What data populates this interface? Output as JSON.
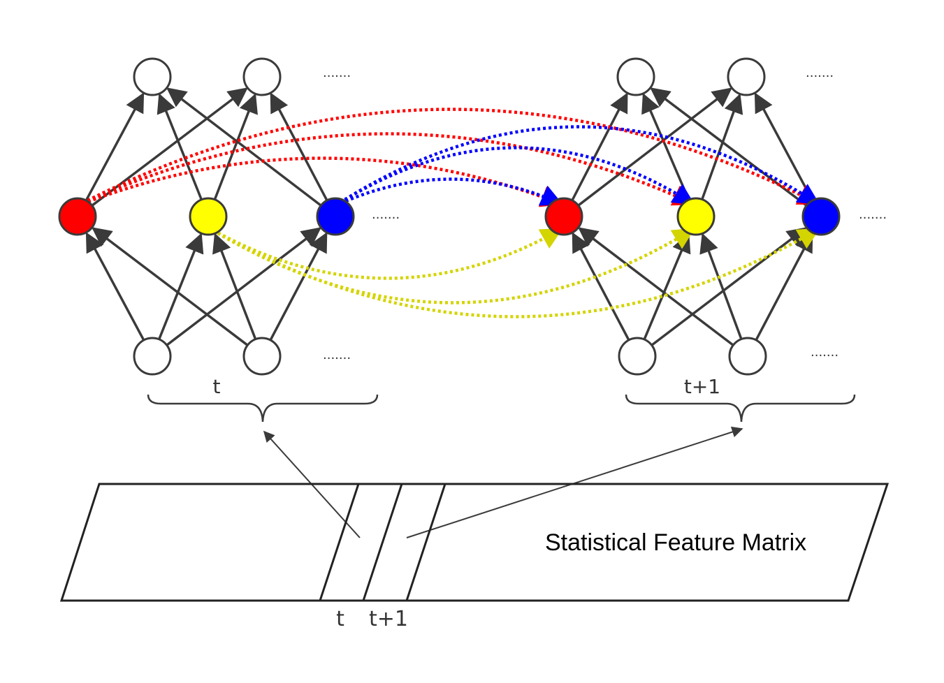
{
  "labels": {
    "left_time": "t",
    "right_time": "t+1",
    "matrix_title": "Statistical Feature Matrix",
    "matrix_col_t": "t",
    "matrix_col_t1": "t+1",
    "ellipsis": "......."
  },
  "colors": {
    "red": "#ff0000",
    "yellow": "#ffff00",
    "blue": "#0000ff",
    "node_border": "#3a3a3a",
    "edge": "#3a3a3a",
    "red_link": "#ff0000",
    "blue_link": "#0000ff",
    "yellow_link": "#d4d400"
  },
  "networks": [
    {
      "name": "t",
      "hidden_colors": [
        "red",
        "yellow",
        "blue"
      ]
    },
    {
      "name": "t+1",
      "hidden_colors": [
        "red",
        "yellow",
        "blue"
      ]
    }
  ]
}
